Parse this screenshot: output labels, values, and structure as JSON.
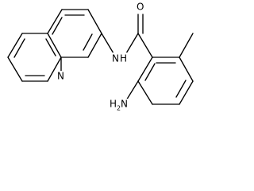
{
  "molecule": {
    "atoms": {
      "carbonyl_oxygen": "O",
      "amide_nitrogen": "N",
      "amide_hydrogen": "H",
      "quinoline_nitrogen": "N",
      "amino_group": "H",
      "amino_subscript": "2",
      "amino_nitrogen": "N"
    }
  }
}
